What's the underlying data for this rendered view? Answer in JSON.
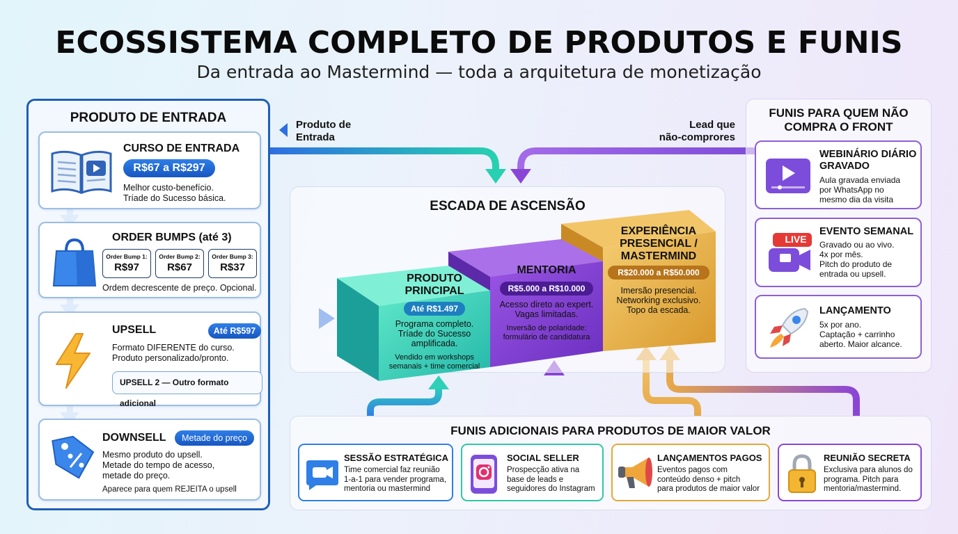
{
  "header": {
    "title": "ECOSSISTEMA COMPLETO DE PRODUTOS E FUNIS",
    "subtitle": "Da entrada ao Mastermind — toda a arquitetura de monetização"
  },
  "entry_panel": {
    "title": "PRODUTO DE ENTRADA",
    "course": {
      "title": "CURSO DE ENTRADA",
      "price": "R$67 a R$297",
      "text": [
        "Melhor custo-benefício.",
        "Tríade do Sucesso básica."
      ],
      "icon": "open-book-video-icon"
    },
    "order_bumps": {
      "title": "ORDER BUMPS (até 3)",
      "bumps": [
        {
          "label": "Order Bump 1:",
          "value": "R$97"
        },
        {
          "label": "Order Bump 2:",
          "value": "R$67"
        },
        {
          "label": "Order Bump 3:",
          "value": "R$37"
        }
      ],
      "text": "Ordem decrescente de preço. Opcional.",
      "icon": "shopping-bag-icon"
    },
    "upsell": {
      "title": "UPSELL",
      "price": "Até R$597",
      "text": [
        "Formato DIFERENTE do curso.",
        "Produto personalizado/pronto."
      ],
      "upsell2": "UPSELL 2 — Outro formato adicional",
      "icon": "lightning-bolt-icon"
    },
    "downsell": {
      "title": "DOWNSELL",
      "badge": "Metade do preço",
      "text": [
        "Mesmo produto do upsell.",
        "Metade do tempo de acesso,",
        "metade do preço."
      ],
      "note": "Aparece para quem REJEITA o upsell",
      "icon": "discount-tag-icon"
    }
  },
  "flow_labels": {
    "entry": [
      "Produto de",
      "Entrada"
    ],
    "lead": [
      "Lead que",
      "não-comprores"
    ]
  },
  "ladder": {
    "title": "ESCADA DE ASCENSÃO",
    "steps": [
      {
        "title": [
          "PRODUTO",
          "PRINCIPAL"
        ],
        "price": "Até R$1.497",
        "text": [
          "Programa completo.",
          "Tríade do Sucesso",
          "amplificada."
        ],
        "note": [
          "Vendido em workshops",
          "semanais + time comercial"
        ],
        "color": "#2fd0b8"
      },
      {
        "title": [
          "MENTORIA"
        ],
        "price": "R$5.000 a R$10.000",
        "text": [
          "Acesso direto ao expert.",
          "Vagas limitadas."
        ],
        "note": [
          "Inversão de polaridade:",
          "formulário de candidatura"
        ],
        "color": "#8a45d6"
      },
      {
        "title": [
          "EXPERIÊNCIA",
          "PRESENCIAL /",
          "MASTERMIND"
        ],
        "price": "R$20.000 a R$50.000",
        "text": [
          "Imersão presencial.",
          "Networking exclusivo.",
          "Topo da escada."
        ],
        "note": [],
        "color": "#e2a83a"
      }
    ]
  },
  "noncompr_panel": {
    "title": [
      "FUNIS PARA QUEM NÃO",
      "COMPRA O FRONT"
    ],
    "cards": [
      {
        "title": [
          "WEBINÁRIO DIÁRIO",
          "GRAVADO"
        ],
        "text": [
          "Aula gravada enviada",
          "por WhatsApp no",
          "mesmo dia da visita"
        ],
        "icon": "video-player-icon"
      },
      {
        "title": [
          "EVENTO SEMANAL"
        ],
        "text": [
          "Gravado ou ao vivo.",
          "4x por mês.",
          "Pitch do produto de",
          "entrada ou upsell."
        ],
        "live": "LIVE",
        "icon": "live-camera-icon"
      },
      {
        "title": [
          "LANÇAMENTO"
        ],
        "text": [
          "5x por ano.",
          "Captação + carrinho",
          "aberto. Maior alcance."
        ],
        "icon": "rocket-icon"
      }
    ]
  },
  "additional_panel": {
    "title": "FUNIS ADICIONAIS PARA PRODUTOS DE MAIOR VALOR",
    "cards": [
      {
        "title": "SESSÃO ESTRATÉGICA",
        "text": [
          "Time comercial faz reunião",
          "1-a-1 para vender programa,",
          "mentoria ou mastermind"
        ],
        "icon": "video-call-icon",
        "color": "#2f7fe6"
      },
      {
        "title": "SOCIAL SELLER",
        "text": [
          "Prospecção ativa na",
          "base de leads e",
          "seguidores do Instagram"
        ],
        "icon": "instagram-phone-icon",
        "color": "#2fc7a8"
      },
      {
        "title": "LANÇAMENTOS PAGOS",
        "text": [
          "Eventos pagos com",
          "conteúdo denso + pitch",
          "para produtos de maior valor"
        ],
        "icon": "megaphone-icon",
        "color": "#e2a83a"
      },
      {
        "title": "REUNIÃO SECRETA",
        "text": [
          "Exclusiva para alunos do",
          "programa. Pitch para",
          "mentoria/mastermind."
        ],
        "icon": "padlock-icon",
        "color": "#8a45d6"
      }
    ]
  }
}
